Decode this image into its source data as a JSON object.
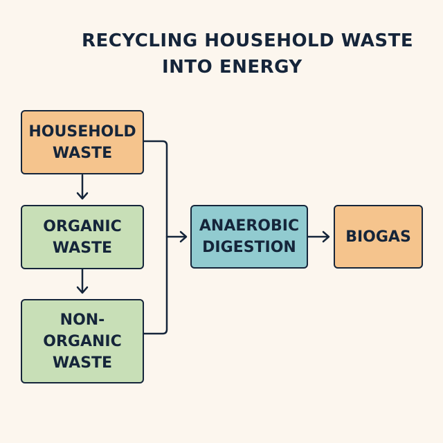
{
  "title": {
    "line1": "RECYCLING HOUSEHOLD WASTE",
    "line2": "INTO ENERGY"
  },
  "nodes": {
    "household_waste": "HOUSEHOLD\nWASTE",
    "organic_waste": "ORGANIC\nWASTE",
    "non_organic_waste": "NON-\nORGANIC\nWASTE",
    "anaerobic_digestion": "ANAEROBIC\nDIGESTION",
    "biogas": "BIOGAS"
  },
  "colors": {
    "background": "#fcf6ee",
    "orange": "#f5c48d",
    "green": "#c8dfb7",
    "teal": "#91cbd0",
    "ink": "#15253a"
  }
}
